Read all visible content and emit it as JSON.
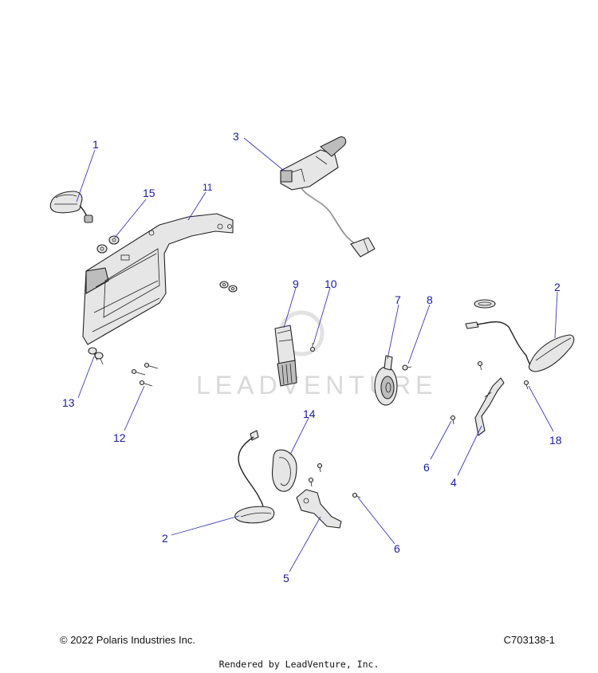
{
  "callouts": {
    "c1": "1",
    "c2a": "2",
    "c2b": "2",
    "c3": "3",
    "c4": "4",
    "c5": "5",
    "c6a": "6",
    "c6b": "6",
    "c7": "7",
    "c8": "8",
    "c9": "9",
    "c10": "10",
    "c11": "11",
    "c12": "12",
    "c13": "13",
    "c14": "14",
    "c15": "15",
    "c18": "18"
  },
  "watermark": "LEADVENTURE",
  "footer": {
    "copyright": "© 2022 Polaris Industries Inc.",
    "diagram_id": "C703138-1",
    "rendered_by": "Rendered by LeadVenture, Inc."
  },
  "colors": {
    "callout_text": "#1a1aa6",
    "leader_line": "#3a3ab8",
    "part_fill": "#e6e6e6",
    "outline": "#222222"
  }
}
